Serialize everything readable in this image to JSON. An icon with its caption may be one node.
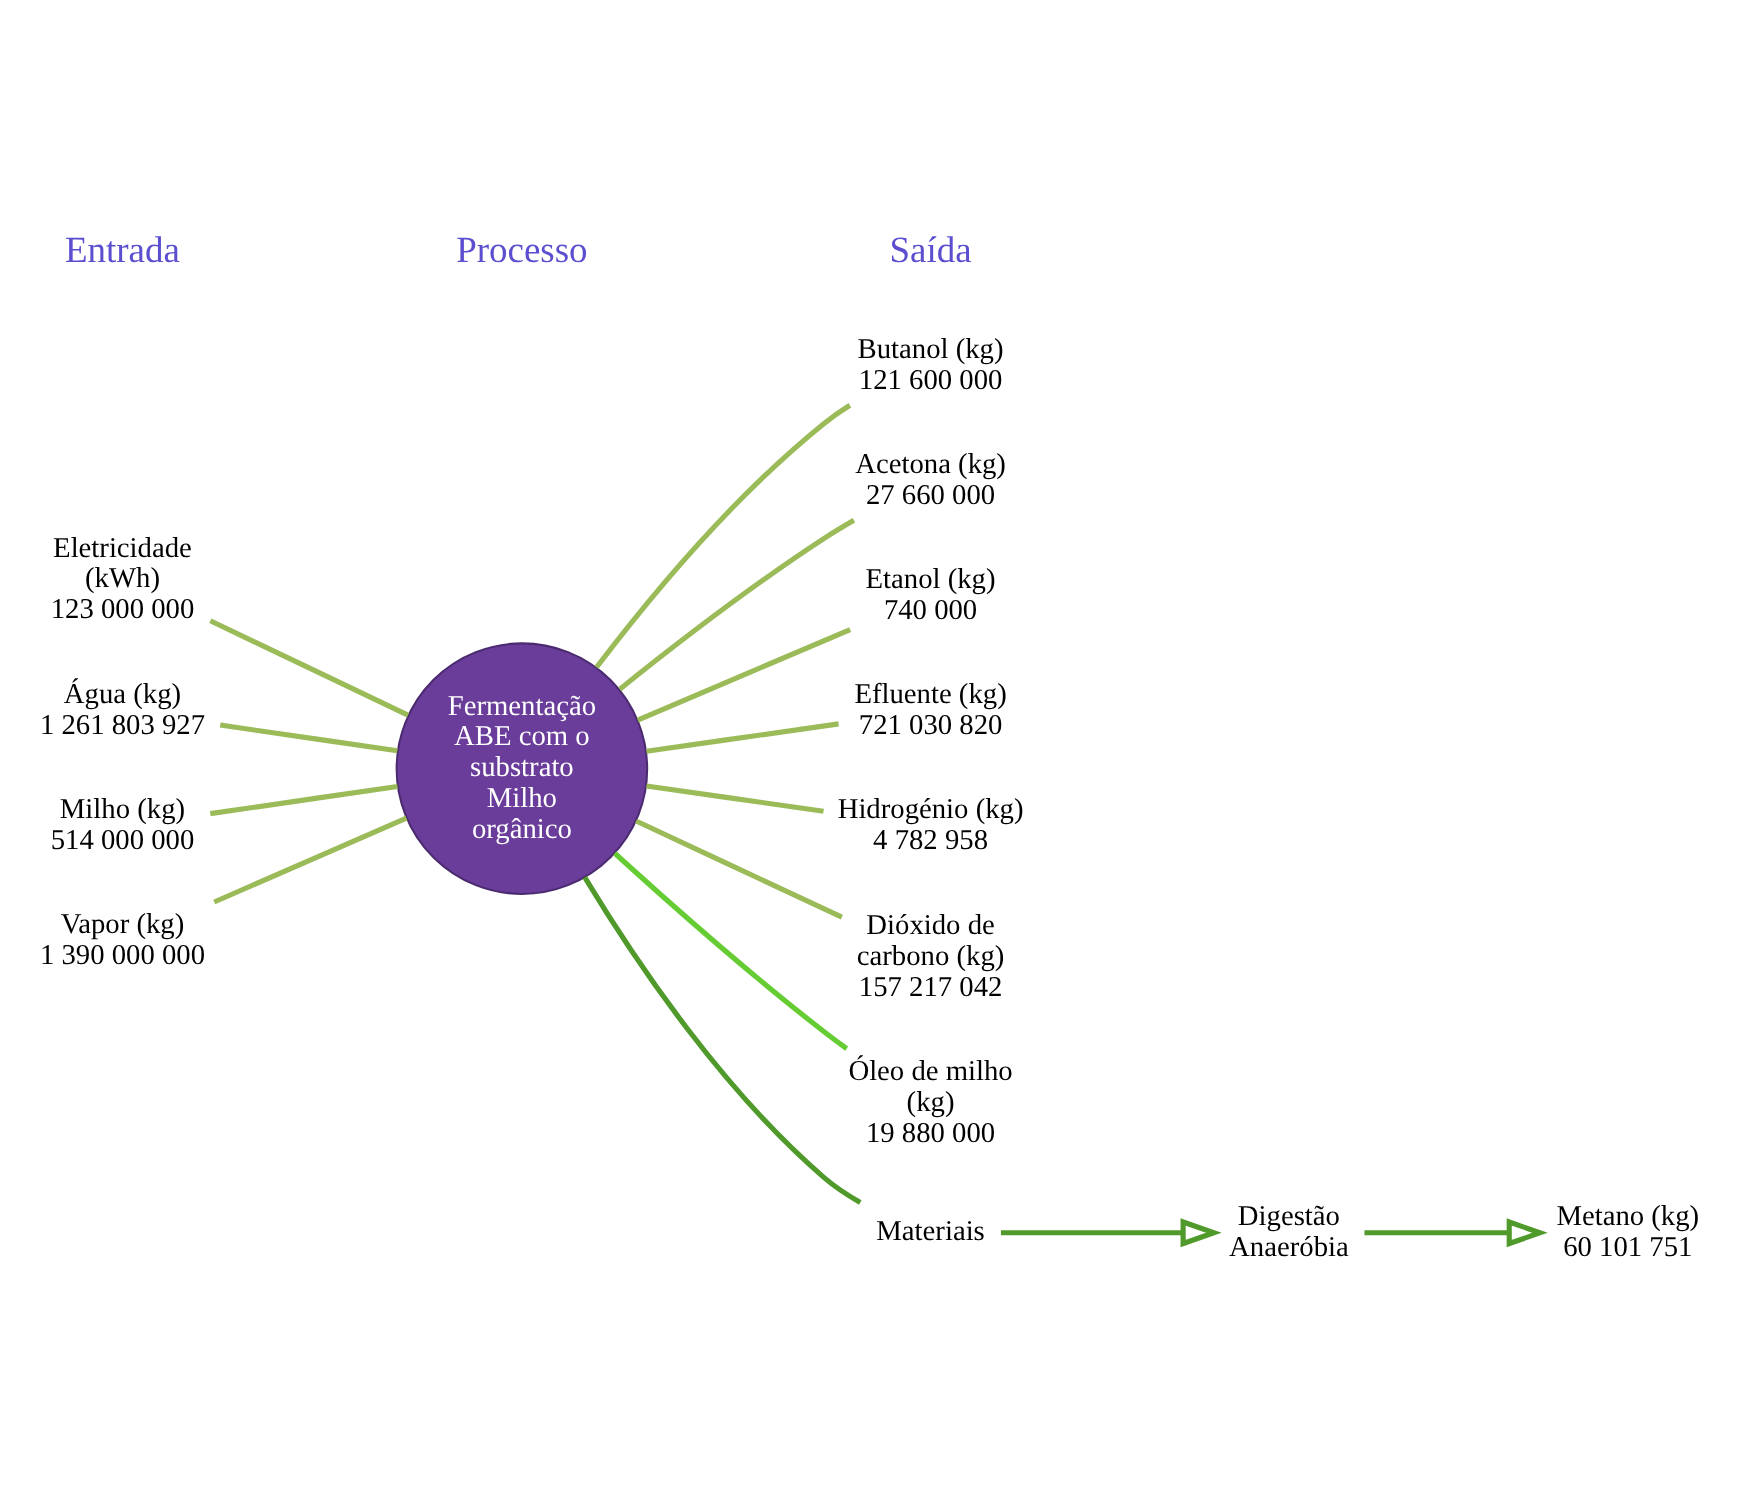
{
  "diagram": {
    "nodes": [
      {
        "text": [
          "Eletricidade (kWh)",
          "123 000 000"
        ]
      },
      {
        "text": [
          "Água (kg)",
          "1 261 803 927"
        ]
      },
      {
        "text": [
          "Milho (kg)",
          "514 000 000"
        ]
      },
      {
        "text": [
          "Vapor (kg)",
          "1 390 000 000"
        ]
      },
      {
        "text": [
          "Fermentação ABE com o substrato Milho orgânico"
        ]
      },
      {
        "text": [
          "Butanol (kg)",
          "121 600 000"
        ]
      },
      {
        "text": [
          "Acetona (kg)",
          "27 660 000"
        ]
      },
      {
        "text": [
          "Etanol (kg)",
          "740 000"
        ]
      },
      {
        "text": [
          "Efluente (kg)",
          "721 030 820"
        ]
      },
      {
        "text": [
          "Hidrogénio (kg)",
          "4 782 958"
        ]
      },
      {
        "text": [
          "Dióxido de carbono (kg)",
          "157 217 042"
        ]
      },
      {
        "text": [
          "Óleo de milho (kg)",
          "19 880 000"
        ]
      },
      {
        "text": [
          "Materiais"
        ]
      },
      {
        "text": [
          "Digestão Anaeróbia"
        ]
      },
      {
        "text": [
          "Metano (kg)",
          "60 101 751"
        ]
      }
    ],
    "edges": [
      {
        "from": 0,
        "to": 4,
        "arrow": "none"
      },
      {
        "from": 1,
        "to": 4,
        "arrow": "none"
      },
      {
        "from": 2,
        "to": 4,
        "arrow": "none"
      },
      {
        "from": 3,
        "to": 4,
        "arrow": "none"
      },
      {
        "from": 4,
        "to": 5,
        "arrow": "none"
      },
      {
        "from": 4,
        "to": 6,
        "arrow": "none"
      },
      {
        "from": 4,
        "to": 7,
        "arrow": "none"
      },
      {
        "from": 4,
        "to": 8,
        "arrow": "none"
      },
      {
        "from": 4,
        "to": 9,
        "arrow": "none"
      },
      {
        "from": 4,
        "to": 10,
        "arrow": "none"
      },
      {
        "from": 4,
        "to": 11,
        "arrow": "none",
        "color": "#66cc33"
      },
      {
        "from": 4,
        "to": 12,
        "arrow": "none",
        "color": "#4f9a2a"
      },
      {
        "from": 12,
        "to": 13,
        "arrow": "to",
        "color": "#4f9a2a"
      },
      {
        "from": 13,
        "to": 14,
        "arrow": "to",
        "color": "#4f9a2a"
      }
    ],
    "labels": [
      "Entrada",
      "Processo",
      "Saída"
    ]
  }
}
